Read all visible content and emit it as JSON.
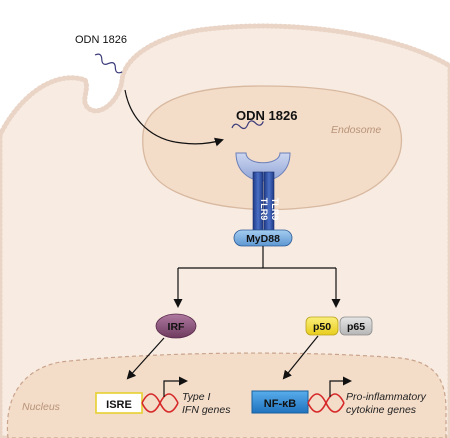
{
  "ligand": {
    "outside_label": "ODN 1826",
    "endosome_label": "ODN 1826"
  },
  "compartments": {
    "endosome": "Endosome",
    "nucleus": "Nucleus"
  },
  "receptor": {
    "left": "TLR9",
    "right": "TLR9",
    "adaptor": "MyD88"
  },
  "branches": {
    "irf": "IRF",
    "p50": "p50",
    "p65": "p65"
  },
  "elements": {
    "isre": "ISRE",
    "nfkb": "NF-κB"
  },
  "genes": {
    "type1_line1": "Type I",
    "type1_line2": "IFN genes",
    "proinf_line1": "Pro-inflammatory",
    "proinf_line2": "cytokine genes"
  },
  "colors": {
    "cytoplasm": "#f8ebe2",
    "membrane_dots": "#e8cfc0",
    "endosome_fill": "#f3dcc8",
    "endosome_stroke": "#d8b9a0",
    "receptor_light": "#b6c4e6",
    "receptor_dark": "#2f4a9a",
    "myd88": "#7fb2e3",
    "irf": "#8a4e76",
    "p50": "#f1de3c",
    "p65": "#cccccc",
    "nfkb": "#2f8fd8",
    "dna": "#d62828"
  }
}
